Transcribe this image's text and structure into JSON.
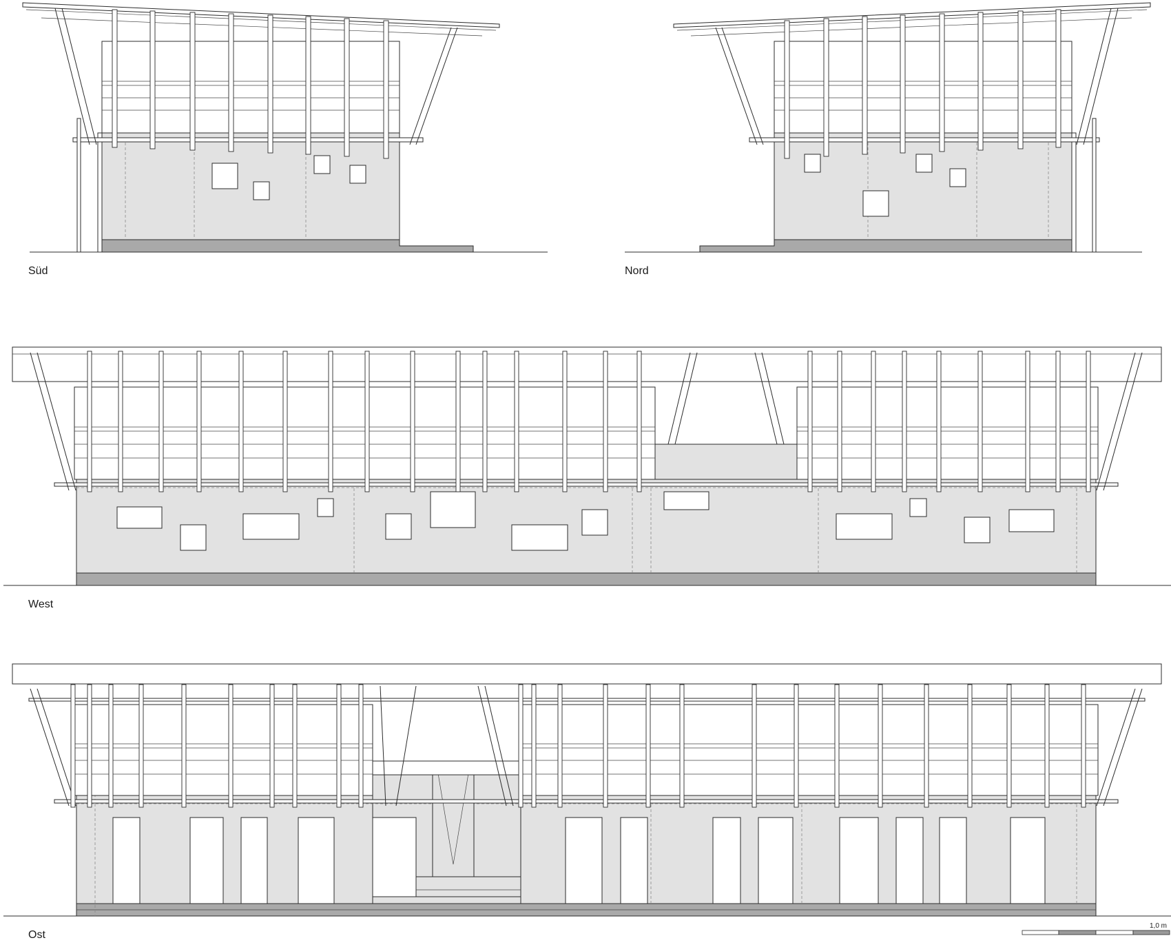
{
  "elevations": {
    "south": {
      "label": "Süd"
    },
    "north": {
      "label": "Nord"
    },
    "west": {
      "label": "West"
    },
    "east": {
      "label": "Ost"
    }
  },
  "scale_bar": {
    "label": "1,0 m"
  }
}
